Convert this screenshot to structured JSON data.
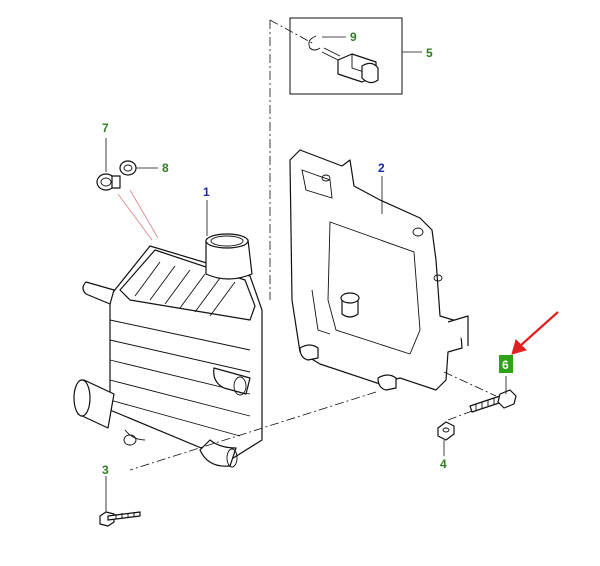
{
  "diagram": {
    "callouts": [
      {
        "id": "c1",
        "label": "1",
        "color": "#1a2aa8"
      },
      {
        "id": "c2",
        "label": "2",
        "color": "#1a2aa8"
      },
      {
        "id": "c3",
        "label": "3",
        "color": "#2e7d1e"
      },
      {
        "id": "c4",
        "label": "4",
        "color": "#2e7d1e"
      },
      {
        "id": "c5",
        "label": "5",
        "color": "#2e7d1e"
      },
      {
        "id": "c6",
        "label": "6",
        "color": "#2e7d1e"
      },
      {
        "id": "c7",
        "label": "7",
        "color": "#2e7d1e"
      },
      {
        "id": "c8",
        "label": "8",
        "color": "#2e7d1e"
      },
      {
        "id": "c9",
        "label": "9",
        "color": "#2e7d1e"
      }
    ],
    "highlight_color": "#2fa316",
    "arrow_color": "#e02020"
  }
}
